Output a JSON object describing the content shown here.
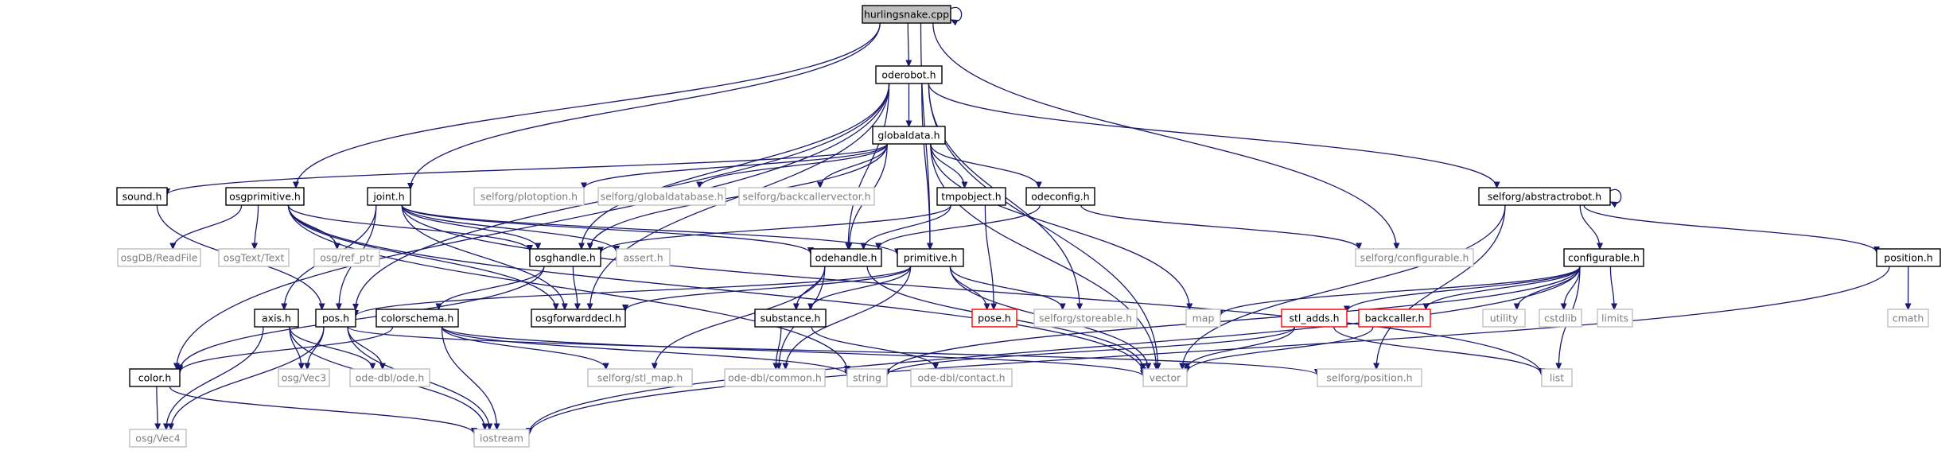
{
  "colors": {
    "edge": "#191970",
    "root_fill": "#bfbfbf",
    "normal_border": "#000000",
    "external_border": "#bfbfbf",
    "external_text": "#7f7f7f",
    "missing_border": "#ff0000",
    "text": "#000000"
  },
  "nodes": [
    {
      "id": "hurlingsnake_cpp",
      "label": "hurlingsnake.cpp",
      "kind": "root"
    },
    {
      "id": "oderobot_h",
      "label": "oderobot.h",
      "kind": "normal"
    },
    {
      "id": "globaldata_h",
      "label": "globaldata.h",
      "kind": "normal"
    },
    {
      "id": "sound_h",
      "label": "sound.h",
      "kind": "normal"
    },
    {
      "id": "osgprimitive_h",
      "label": "osgprimitive.h",
      "kind": "normal"
    },
    {
      "id": "joint_h",
      "label": "joint.h",
      "kind": "normal"
    },
    {
      "id": "plotoption_h",
      "label": "selforg/plotoption.h",
      "kind": "external"
    },
    {
      "id": "globaldatabase_h",
      "label": "selforg/globaldatabase.h",
      "kind": "external"
    },
    {
      "id": "backcallervector_h",
      "label": "selforg/backcallervector.h",
      "kind": "external"
    },
    {
      "id": "tmpobject_h",
      "label": "tmpobject.h",
      "kind": "normal"
    },
    {
      "id": "odeconfig_h",
      "label": "odeconfig.h",
      "kind": "normal"
    },
    {
      "id": "abstractrobot_h",
      "label": "selforg/abstractrobot.h",
      "kind": "normal"
    },
    {
      "id": "readfile",
      "label": "osgDB/ReadFile",
      "kind": "external"
    },
    {
      "id": "osgtext",
      "label": "osgText/Text",
      "kind": "external"
    },
    {
      "id": "ref_ptr",
      "label": "osg/ref_ptr",
      "kind": "external"
    },
    {
      "id": "osghandle_h",
      "label": "osghandle.h",
      "kind": "normal"
    },
    {
      "id": "assert_h",
      "label": "assert.h",
      "kind": "external"
    },
    {
      "id": "odehandle_h",
      "label": "odehandle.h",
      "kind": "normal"
    },
    {
      "id": "primitive_h",
      "label": "primitive.h",
      "kind": "normal"
    },
    {
      "id": "configurable_sf_h",
      "label": "selforg/configurable.h",
      "kind": "external"
    },
    {
      "id": "configurable_h",
      "label": "configurable.h",
      "kind": "normal"
    },
    {
      "id": "position_h",
      "label": "position.h",
      "kind": "normal"
    },
    {
      "id": "osgforwarddecl_h",
      "label": "osgforwarddecl.h",
      "kind": "normal"
    },
    {
      "id": "pose_h",
      "label": "pose.h",
      "kind": "missing"
    },
    {
      "id": "storeable_h",
      "label": "selforg/storeable.h",
      "kind": "external"
    },
    {
      "id": "map",
      "label": "map",
      "kind": "external"
    },
    {
      "id": "stl_adds_h",
      "label": "stl_adds.h",
      "kind": "missing"
    },
    {
      "id": "backcaller_h",
      "label": "backcaller.h",
      "kind": "missing"
    },
    {
      "id": "utility",
      "label": "utility",
      "kind": "external"
    },
    {
      "id": "cstdlib",
      "label": "cstdlib",
      "kind": "external"
    },
    {
      "id": "limits",
      "label": "limits",
      "kind": "external"
    },
    {
      "id": "cmath",
      "label": "cmath",
      "kind": "external"
    },
    {
      "id": "axis_h",
      "label": "axis.h",
      "kind": "normal"
    },
    {
      "id": "pos_h",
      "label": "pos.h",
      "kind": "normal"
    },
    {
      "id": "colorschema_h",
      "label": "colorschema.h",
      "kind": "normal"
    },
    {
      "id": "substance_h",
      "label": "substance.h",
      "kind": "normal"
    },
    {
      "id": "color_h",
      "label": "color.h",
      "kind": "normal"
    },
    {
      "id": "osg_vec3",
      "label": "osg/Vec3",
      "kind": "external"
    },
    {
      "id": "ode_h",
      "label": "ode-dbl/ode.h",
      "kind": "external"
    },
    {
      "id": "stl_map_h",
      "label": "selforg/stl_map.h",
      "kind": "external"
    },
    {
      "id": "common_h",
      "label": "ode-dbl/common.h",
      "kind": "external"
    },
    {
      "id": "string",
      "label": "string",
      "kind": "external"
    },
    {
      "id": "contact_h",
      "label": "ode-dbl/contact.h",
      "kind": "external"
    },
    {
      "id": "vector",
      "label": "vector",
      "kind": "external"
    },
    {
      "id": "position_sf_h",
      "label": "selforg/position.h",
      "kind": "external"
    },
    {
      "id": "list",
      "label": "list",
      "kind": "external"
    },
    {
      "id": "osg_vec4",
      "label": "osg/Vec4",
      "kind": "external"
    },
    {
      "id": "iostream",
      "label": "iostream",
      "kind": "external"
    }
  ],
  "edges": [
    [
      "hurlingsnake_cpp",
      "hurlingsnake_cpp"
    ],
    [
      "hurlingsnake_cpp",
      "oderobot_h"
    ],
    [
      "hurlingsnake_cpp",
      "osgprimitive_h"
    ],
    [
      "hurlingsnake_cpp",
      "joint_h"
    ],
    [
      "hurlingsnake_cpp",
      "primitive_h"
    ],
    [
      "hurlingsnake_cpp",
      "configurable_sf_h"
    ],
    [
      "oderobot_h",
      "globaldata_h"
    ],
    [
      "oderobot_h",
      "abstractrobot_h"
    ],
    [
      "oderobot_h",
      "color_h"
    ],
    [
      "oderobot_h",
      "pos_h"
    ],
    [
      "oderobot_h",
      "osghandle_h"
    ],
    [
      "oderobot_h",
      "odehandle_h"
    ],
    [
      "oderobot_h",
      "primitive_h"
    ],
    [
      "oderobot_h",
      "vector"
    ],
    [
      "oderobot_h",
      "storeable_h"
    ],
    [
      "oderobot_h",
      "osgforwarddecl_h"
    ],
    [
      "globaldata_h",
      "sound_h"
    ],
    [
      "globaldata_h",
      "plotoption_h"
    ],
    [
      "globaldata_h",
      "globaldatabase_h"
    ],
    [
      "globaldata_h",
      "backcallervector_h"
    ],
    [
      "globaldata_h",
      "tmpobject_h"
    ],
    [
      "globaldata_h",
      "odeconfig_h"
    ],
    [
      "globaldata_h",
      "odehandle_h"
    ],
    [
      "globaldata_h",
      "map"
    ],
    [
      "globaldata_h",
      "vector"
    ],
    [
      "globaldata_h",
      "osghandle_h"
    ],
    [
      "sound_h",
      "pos_h"
    ],
    [
      "osgprimitive_h",
      "readfile"
    ],
    [
      "osgprimitive_h",
      "osgtext"
    ],
    [
      "osgprimitive_h",
      "ref_ptr"
    ],
    [
      "osgprimitive_h",
      "osghandle_h"
    ],
    [
      "osgprimitive_h",
      "osgforwarddecl_h"
    ],
    [
      "osgprimitive_h",
      "string"
    ],
    [
      "osgprimitive_h",
      "vector"
    ],
    [
      "joint_h",
      "osghandle_h"
    ],
    [
      "joint_h",
      "assert_h"
    ],
    [
      "joint_h",
      "odehandle_h"
    ],
    [
      "joint_h",
      "primitive_h"
    ],
    [
      "joint_h",
      "osgforwarddecl_h"
    ],
    [
      "joint_h",
      "list"
    ],
    [
      "joint_h",
      "pos_h"
    ],
    [
      "joint_h",
      "axis_h"
    ],
    [
      "tmpobject_h",
      "osghandle_h"
    ],
    [
      "tmpobject_h",
      "odehandle_h"
    ],
    [
      "tmpobject_h",
      "pose_h"
    ],
    [
      "odeconfig_h",
      "odehandle_h"
    ],
    [
      "odeconfig_h",
      "configurable_sf_h"
    ],
    [
      "abstractrobot_h",
      "abstractrobot_h"
    ],
    [
      "abstractrobot_h",
      "configurable_h"
    ],
    [
      "abstractrobot_h",
      "position_h"
    ],
    [
      "abstractrobot_h",
      "vector"
    ],
    [
      "abstractrobot_h",
      "position_sf_h"
    ],
    [
      "osghandle_h",
      "osgforwarddecl_h"
    ],
    [
      "osghandle_h",
      "colorschema_h"
    ],
    [
      "osghandle_h",
      "color_h"
    ],
    [
      "odehandle_h",
      "substance_h"
    ],
    [
      "odehandle_h",
      "common_h"
    ],
    [
      "odehandle_h",
      "vector"
    ],
    [
      "odehandle_h",
      "stl_map_h"
    ],
    [
      "primitive_h",
      "pose_h"
    ],
    [
      "primitive_h",
      "storeable_h"
    ],
    [
      "primitive_h",
      "substance_h"
    ],
    [
      "primitive_h",
      "osgforwarddecl_h"
    ],
    [
      "primitive_h",
      "pos_h"
    ],
    [
      "primitive_h",
      "vector"
    ],
    [
      "primitive_h",
      "common_h"
    ],
    [
      "configurable_h",
      "map"
    ],
    [
      "configurable_h",
      "stl_adds_h"
    ],
    [
      "configurable_h",
      "backcaller_h"
    ],
    [
      "configurable_h",
      "utility"
    ],
    [
      "configurable_h",
      "cstdlib"
    ],
    [
      "configurable_h",
      "limits"
    ],
    [
      "configurable_h",
      "list"
    ],
    [
      "configurable_h",
      "iostream"
    ],
    [
      "configurable_h",
      "string"
    ],
    [
      "position_h",
      "cmath"
    ],
    [
      "position_h",
      "iostream"
    ],
    [
      "stl_adds_h",
      "list"
    ],
    [
      "stl_adds_h",
      "string"
    ],
    [
      "stl_adds_h",
      "vector"
    ],
    [
      "backcaller_h",
      "vector"
    ],
    [
      "axis_h",
      "osg_vec3"
    ],
    [
      "axis_h",
      "ode_h"
    ],
    [
      "axis_h",
      "osg_vec4"
    ],
    [
      "axis_h",
      "iostream"
    ],
    [
      "pos_h",
      "osg_vec3"
    ],
    [
      "pos_h",
      "ode_h"
    ],
    [
      "pos_h",
      "iostream"
    ],
    [
      "pos_h",
      "osg_vec4"
    ],
    [
      "pos_h",
      "position_sf_h"
    ],
    [
      "colorschema_h",
      "color_h"
    ],
    [
      "colorschema_h",
      "stl_map_h"
    ],
    [
      "colorschema_h",
      "string"
    ],
    [
      "colorschema_h",
      "vector"
    ],
    [
      "colorschema_h",
      "iostream"
    ],
    [
      "substance_h",
      "common_h"
    ],
    [
      "substance_h",
      "contact_h"
    ],
    [
      "color_h",
      "osg_vec4"
    ],
    [
      "color_h",
      "iostream"
    ]
  ]
}
